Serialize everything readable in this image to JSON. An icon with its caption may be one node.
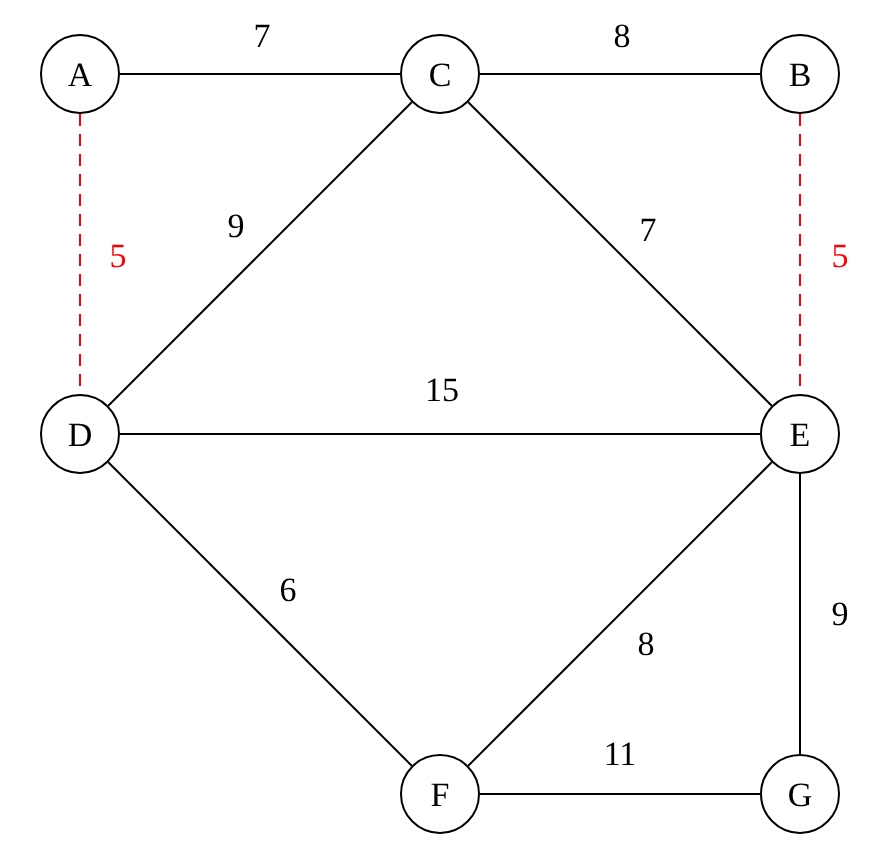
{
  "diagram": {
    "nodes": [
      {
        "text": [
          "A"
        ]
      },
      {
        "text": [
          "C"
        ]
      },
      {
        "text": [
          "B"
        ]
      },
      {
        "text": [
          "D"
        ]
      },
      {
        "text": [
          "E"
        ]
      },
      {
        "text": [
          "F"
        ]
      },
      {
        "text": [
          "G"
        ]
      }
    ],
    "edges": [
      {
        "from": 0,
        "to": 1,
        "arrow": "none",
        "label": "7"
      },
      {
        "from": 1,
        "to": 2,
        "arrow": "none",
        "label": "8"
      },
      {
        "from": 0,
        "to": 3,
        "arrow": "none",
        "label": "5",
        "style": "dashed",
        "color": "#ff0000"
      },
      {
        "from": 1,
        "to": 3,
        "arrow": "none",
        "label": "9"
      },
      {
        "from": 1,
        "to": 4,
        "arrow": "none",
        "label": "7"
      },
      {
        "from": 2,
        "to": 4,
        "arrow": "none",
        "label": "5",
        "style": "dashed",
        "color": "#ff0000"
      },
      {
        "from": 3,
        "to": 4,
        "arrow": "none",
        "label": "15"
      },
      {
        "from": 3,
        "to": 5,
        "arrow": "none",
        "label": "6"
      },
      {
        "from": 4,
        "to": 5,
        "arrow": "none",
        "label": "8"
      },
      {
        "from": 4,
        "to": 6,
        "arrow": "none",
        "label": "9"
      },
      {
        "from": 5,
        "to": 6,
        "arrow": "none",
        "label": "11"
      }
    ]
  }
}
